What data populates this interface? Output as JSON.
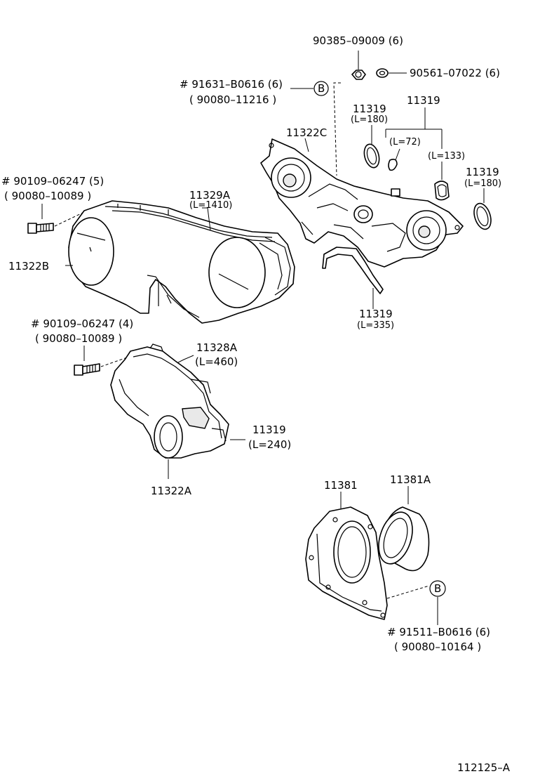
{
  "labels": {
    "l01": "90385–09009 (6)",
    "l02": "90561–07022 (6)",
    "l03": "# 91631–B0616 (6)",
    "l04": "( 90080–11216 )",
    "l05": "B",
    "l06": "11319",
    "l07": "(L=180)",
    "l08": "11319",
    "l09": "(L=72)",
    "l10": "(L=133)",
    "l11": "11322C",
    "l12": "11319",
    "l13": "(L=180)",
    "l14": "# 90109–06247 (5)",
    "l15": "( 90080–10089 )",
    "l16": "11329A",
    "l17": "(L=1410)",
    "l18": "11322B",
    "l19": "11319",
    "l20": "(L=335)",
    "l21": "# 90109–06247 (4)",
    "l22": "( 90080–10089 )",
    "l23": "11328A",
    "l24": "(L=460)",
    "l25": "11319",
    "l26": "(L=240)",
    "l27": "11322A",
    "l28": "11381",
    "l29": "11381A",
    "l30": "B",
    "l31": "# 91511–B0616 (6)",
    "l32": "( 90080–10164 )",
    "l33": "112125–A"
  }
}
